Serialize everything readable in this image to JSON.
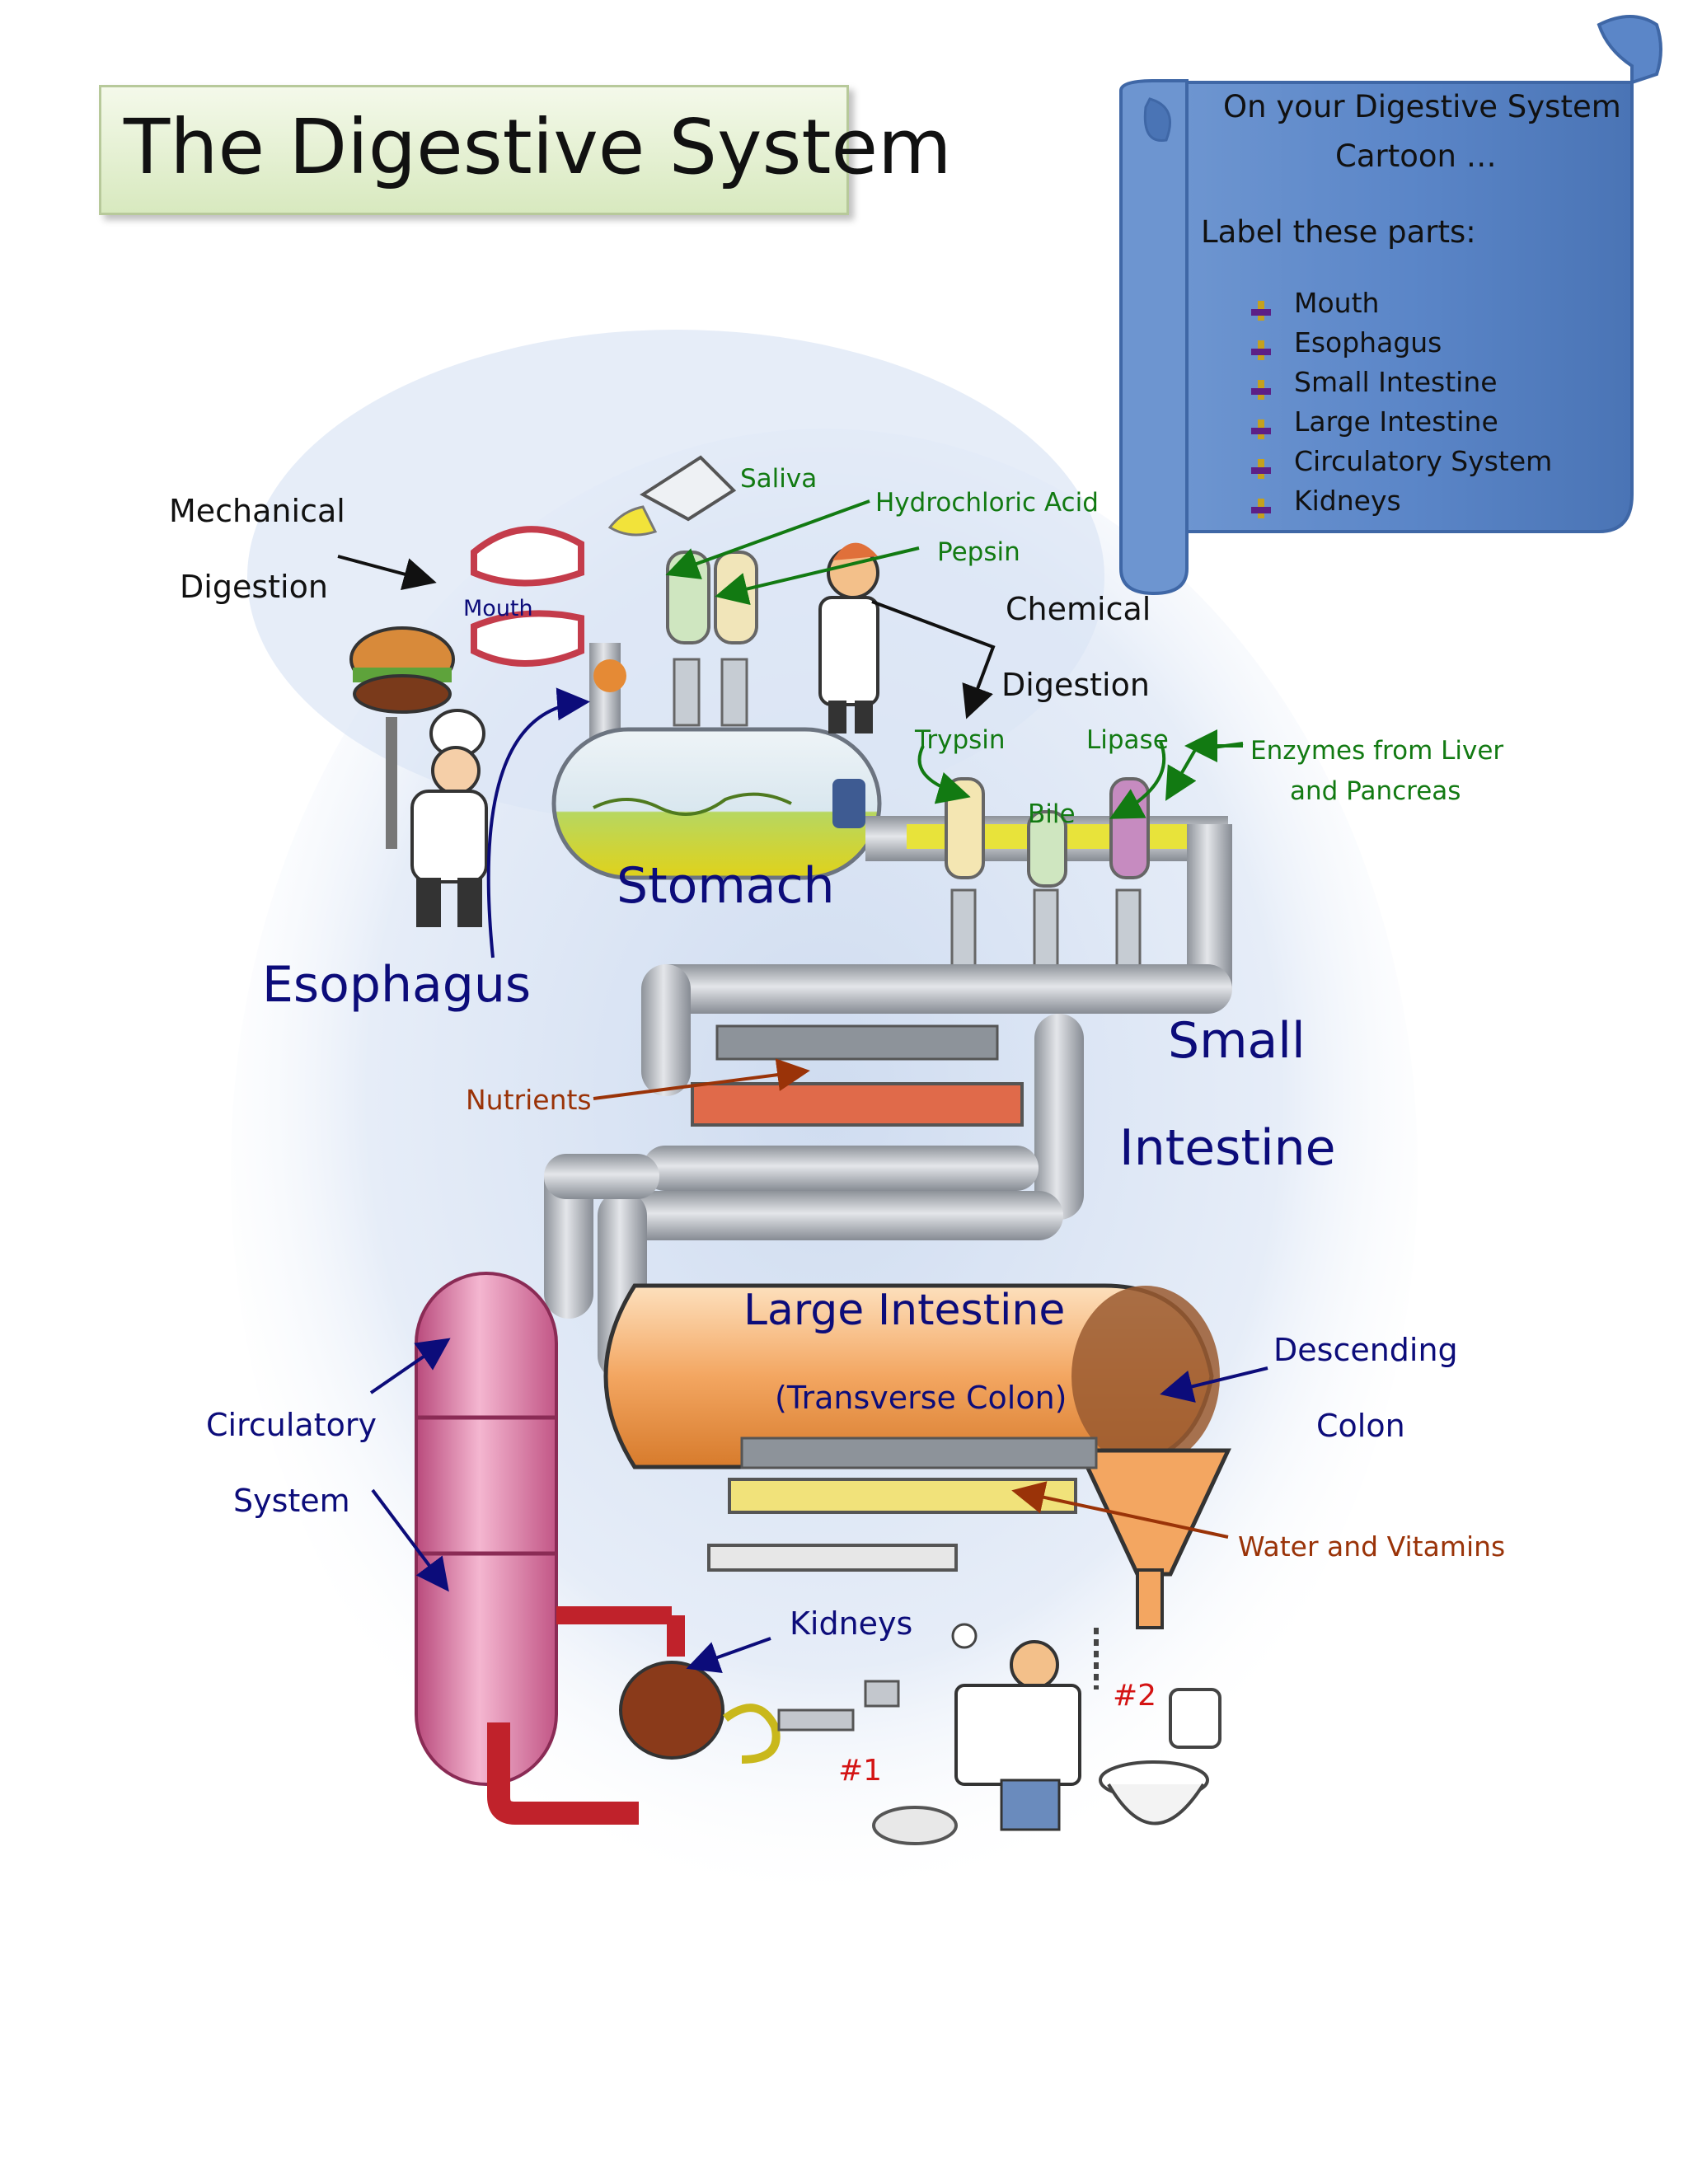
{
  "title": "The Digestive System",
  "instructions": {
    "line1": "On your Digestive System",
    "line2": "Cartoon …",
    "prompt": "Label these parts:",
    "items": [
      "Mouth",
      "Esophagus",
      "Small Intestine",
      "Large Intestine",
      "Circulatory System",
      "Kidneys"
    ]
  },
  "labels": {
    "mechanical": "Mechanical",
    "mechanical_digestion": "Digestion",
    "mouth": "Mouth",
    "saliva": "Saliva",
    "hydrochloric_acid": "Hydrochloric Acid",
    "pepsin": "Pepsin",
    "chemical": "Chemical",
    "chemical_digestion": "Digestion",
    "trypsin": "Trypsin",
    "lipase": "Lipase",
    "bile": "Bile",
    "enzymes_line1": "Enzymes from Liver",
    "enzymes_line2": "and Pancreas",
    "stomach": "Stomach",
    "esophagus": "Esophagus",
    "small": "Small",
    "intestine": "Intestine",
    "nutrients": "Nutrients",
    "large_intestine": "Large Intestine",
    "transverse_colon": "(Transverse Colon)",
    "descending": "Descending",
    "colon": "Colon",
    "circulatory": "Circulatory",
    "system": "System",
    "water_vitamins": "Water and Vitamins",
    "kidneys": "Kidneys",
    "num1": "#1",
    "num2": "#2"
  },
  "colors": {
    "navy": "#0c0c7a",
    "green": "#127a12",
    "rust": "#9a3308",
    "red": "#d41414",
    "scroll_blue": "#5b86c8",
    "pipe_gray": "#b9bdc4",
    "colon_orange": "#f0a35a",
    "circulatory_pink": "#e07aa7"
  }
}
